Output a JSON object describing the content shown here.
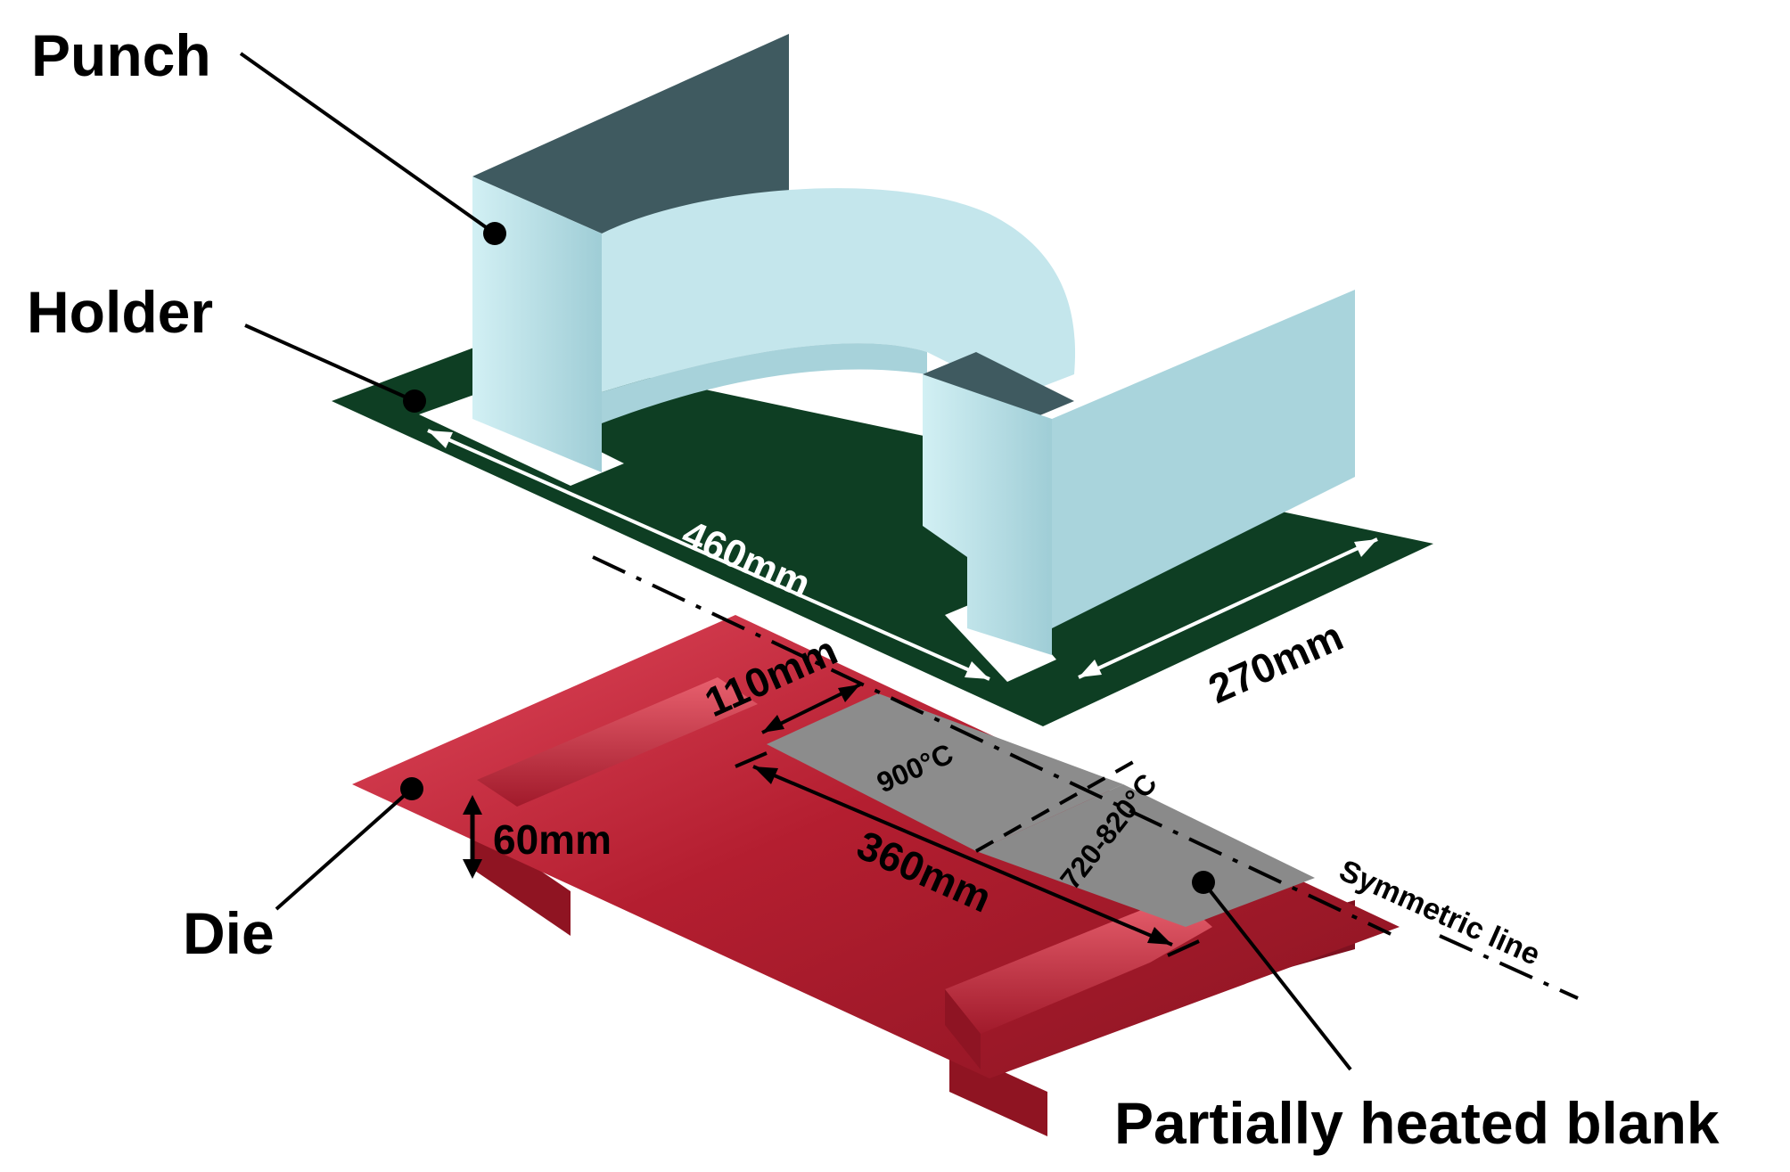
{
  "labels": {
    "punch": "Punch",
    "holder": "Holder",
    "die": "Die",
    "blank": "Partially heated blank"
  },
  "dimensions": {
    "holder_length": "460mm",
    "holder_width": "270mm",
    "blank_width": "110mm",
    "blank_length": "360mm",
    "die_height": "60mm"
  },
  "temperatures": {
    "hot_zone": "900°C",
    "warm_zone": "720-820°C"
  },
  "symmetric_line_label": "Symmetric line",
  "colors": {
    "punch_light": "#b8e0e6",
    "punch_dark": "#3f5a60",
    "holder": "#0e3e23",
    "die": "#b41e30",
    "blank": "#8a8a8a"
  }
}
